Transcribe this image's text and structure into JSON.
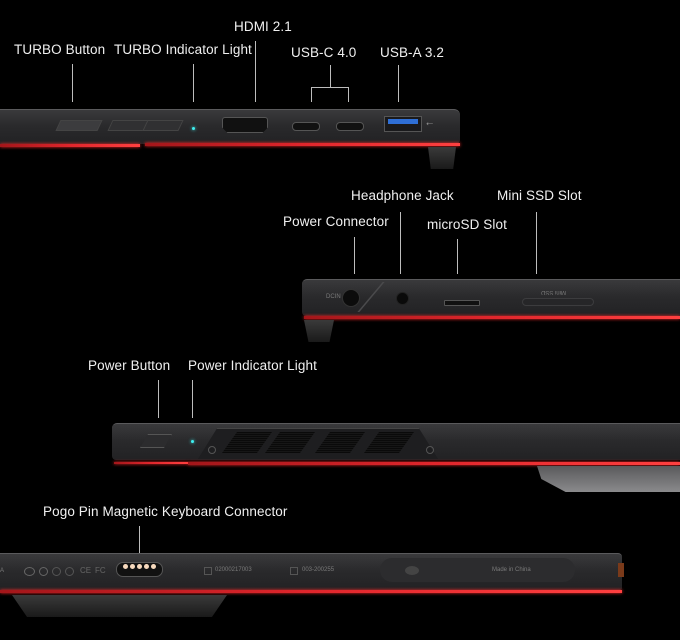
{
  "views": {
    "top_edge": {
      "labels": {
        "turbo_button": "TURBO Button",
        "turbo_indicator": "TURBO Indicator Light",
        "hdmi": "HDMI 2.1",
        "usbc": "USB-C 4.0",
        "usba": "USB-A 3.2"
      },
      "accent_colors": {
        "usba_port": "#2f6fd6",
        "indicator_led": "#3ff0f0"
      }
    },
    "side_edge": {
      "labels": {
        "power_connector": "Power Connector",
        "headphone_jack": "Headphone Jack",
        "microsd": "microSD Slot",
        "mini_ssd": "Mini SSD Slot"
      },
      "printed": {
        "mini_ssd_engraving": "Mini SSD",
        "dcin_engraving": "DCIN"
      }
    },
    "power_edge": {
      "labels": {
        "power_button": "Power Button",
        "power_indicator": "Power Indicator Light"
      }
    },
    "bottom_edge": {
      "labels": {
        "pogo": "Pogo Pin Magnetic Keyboard Connector"
      },
      "printed": {
        "left_text": "A",
        "cert_ce": "CE",
        "cert_fc": "FC",
        "code_1": "02000217003",
        "code_2": "003-200255",
        "made_in": "Made in China"
      }
    }
  },
  "colors": {
    "background": "#000000",
    "accent_red": "#e0262c"
  }
}
